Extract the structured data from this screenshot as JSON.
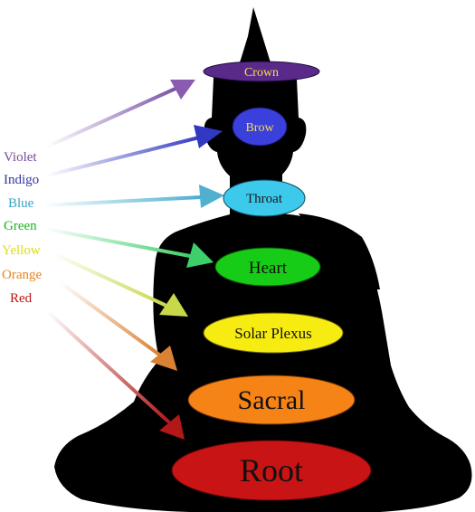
{
  "chakras": [
    {
      "id": "crown",
      "label": "Crown",
      "color_word": "Violet",
      "fill": "#5a2a8a",
      "text_color": "#f4e04a",
      "label_color": "#7b4fa0",
      "arrow_color": "#8a5cb0"
    },
    {
      "id": "brow",
      "label": "Brow",
      "color_word": "Indigo",
      "fill": "#3b3fdc",
      "text_color": "#f4e04a",
      "label_color": "#3a3aa8",
      "arrow_color": "#3a40c8"
    },
    {
      "id": "throat",
      "label": "Throat",
      "color_word": "Blue",
      "fill": "#3cc9ec",
      "text_color": "#1a1a1a",
      "label_color": "#3aa8c8",
      "arrow_color": "#4fb0d0"
    },
    {
      "id": "heart",
      "label": "Heart",
      "color_word": "Green",
      "fill": "#17cc17",
      "text_color": "#111111",
      "label_color": "#22b822",
      "arrow_color": "#3ccf6a"
    },
    {
      "id": "solar",
      "label": "Solar Plexus",
      "color_word": "Yellow",
      "fill": "#f7ec12",
      "text_color": "#111111",
      "label_color": "#e6e01c",
      "arrow_color": "#d8e050"
    },
    {
      "id": "sacral",
      "label": "Sacral",
      "color_word": "Orange",
      "fill": "#f58316",
      "text_color": "#111111",
      "label_color": "#e88a2a",
      "arrow_color": "#e28a3a"
    },
    {
      "id": "root",
      "label": "Root",
      "color_word": "Red",
      "fill": "#c81414",
      "text_color": "#111111",
      "label_color": "#c01818",
      "arrow_color": "#b81a1a"
    }
  ]
}
